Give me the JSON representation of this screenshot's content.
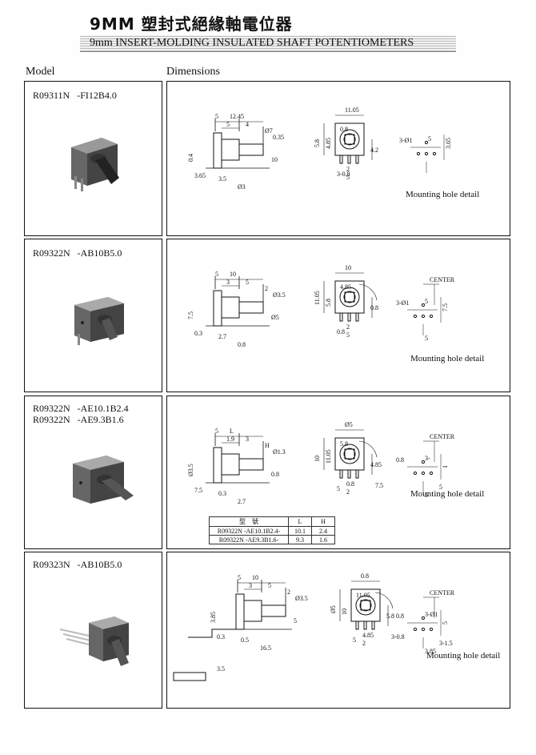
{
  "header": {
    "title_cn": "9MM 塑封式絕緣軸電位器",
    "title_en": "9mm INSERT-MOLDING INSULATED SHAFT  POTENTIOMETERS"
  },
  "columns": {
    "model": "Model",
    "dimensions": "Dimensions"
  },
  "mounting_label": "Mounting hole detail",
  "center_label": "CENTER",
  "rows": [
    {
      "model": "R09311N   -FI12B4.0",
      "dims": [
        "5",
        "12.45",
        "5",
        "4",
        "Ø7",
        "0.35",
        "0.4",
        "3.65",
        "3.5",
        "Ø3",
        "10",
        "11.05",
        "5.8",
        "4.85",
        "0.8",
        "4.2",
        "2",
        "5",
        "3-0.8",
        "3-Ø1",
        "5",
        "3.65"
      ]
    },
    {
      "model": "R09322N   -AB10B5.0",
      "dims": [
        "5",
        "10",
        "3",
        "5",
        "2",
        "Ø3.5",
        "7.5",
        "0.3",
        "2.7",
        "0.8",
        "Ø5",
        "10",
        "11.05",
        "5.8",
        "4.85",
        "0.8",
        "2",
        "5",
        "0.8",
        "3-Ø1",
        "5",
        "7.5",
        "5"
      ]
    },
    {
      "model": "R09322N   -AE10.1B2.4\nR09322N   -AE9.3B1.6",
      "dims": [
        "5",
        "L",
        "1.9",
        "3",
        "H",
        "Ø1.3",
        "Ø3.5",
        "7.5",
        "0.3",
        "2.7",
        "0.8",
        "Ø5",
        "10",
        "11.05",
        "5.8",
        "4.85",
        "0.8",
        "2",
        "5",
        "0.8",
        "3-",
        "1",
        "5",
        "7.5",
        "5"
      ],
      "spec_table": {
        "headers": [
          "型　號",
          "L",
          "H"
        ],
        "rows": [
          [
            "R09322N  -AE10.1B2.4-",
            "10.1",
            "2.4"
          ],
          [
            "R09322N  -AE9.3B1.6-",
            "9.3",
            "1.6"
          ]
        ]
      }
    },
    {
      "model": "R09323N   -AB10B5.0",
      "dims": [
        "5",
        "10",
        "3",
        "5",
        "2",
        "Ø3.5",
        "3.85",
        "0.3",
        "0.5",
        "16.5",
        "5",
        "0.8",
        "Ø5",
        "10",
        "11.05",
        "5.8",
        "4.85",
        "2",
        "5",
        "0.8",
        "3-Ø1",
        "5",
        "3.85",
        "3-0.8",
        "3-1.5",
        "3.5"
      ]
    }
  ]
}
